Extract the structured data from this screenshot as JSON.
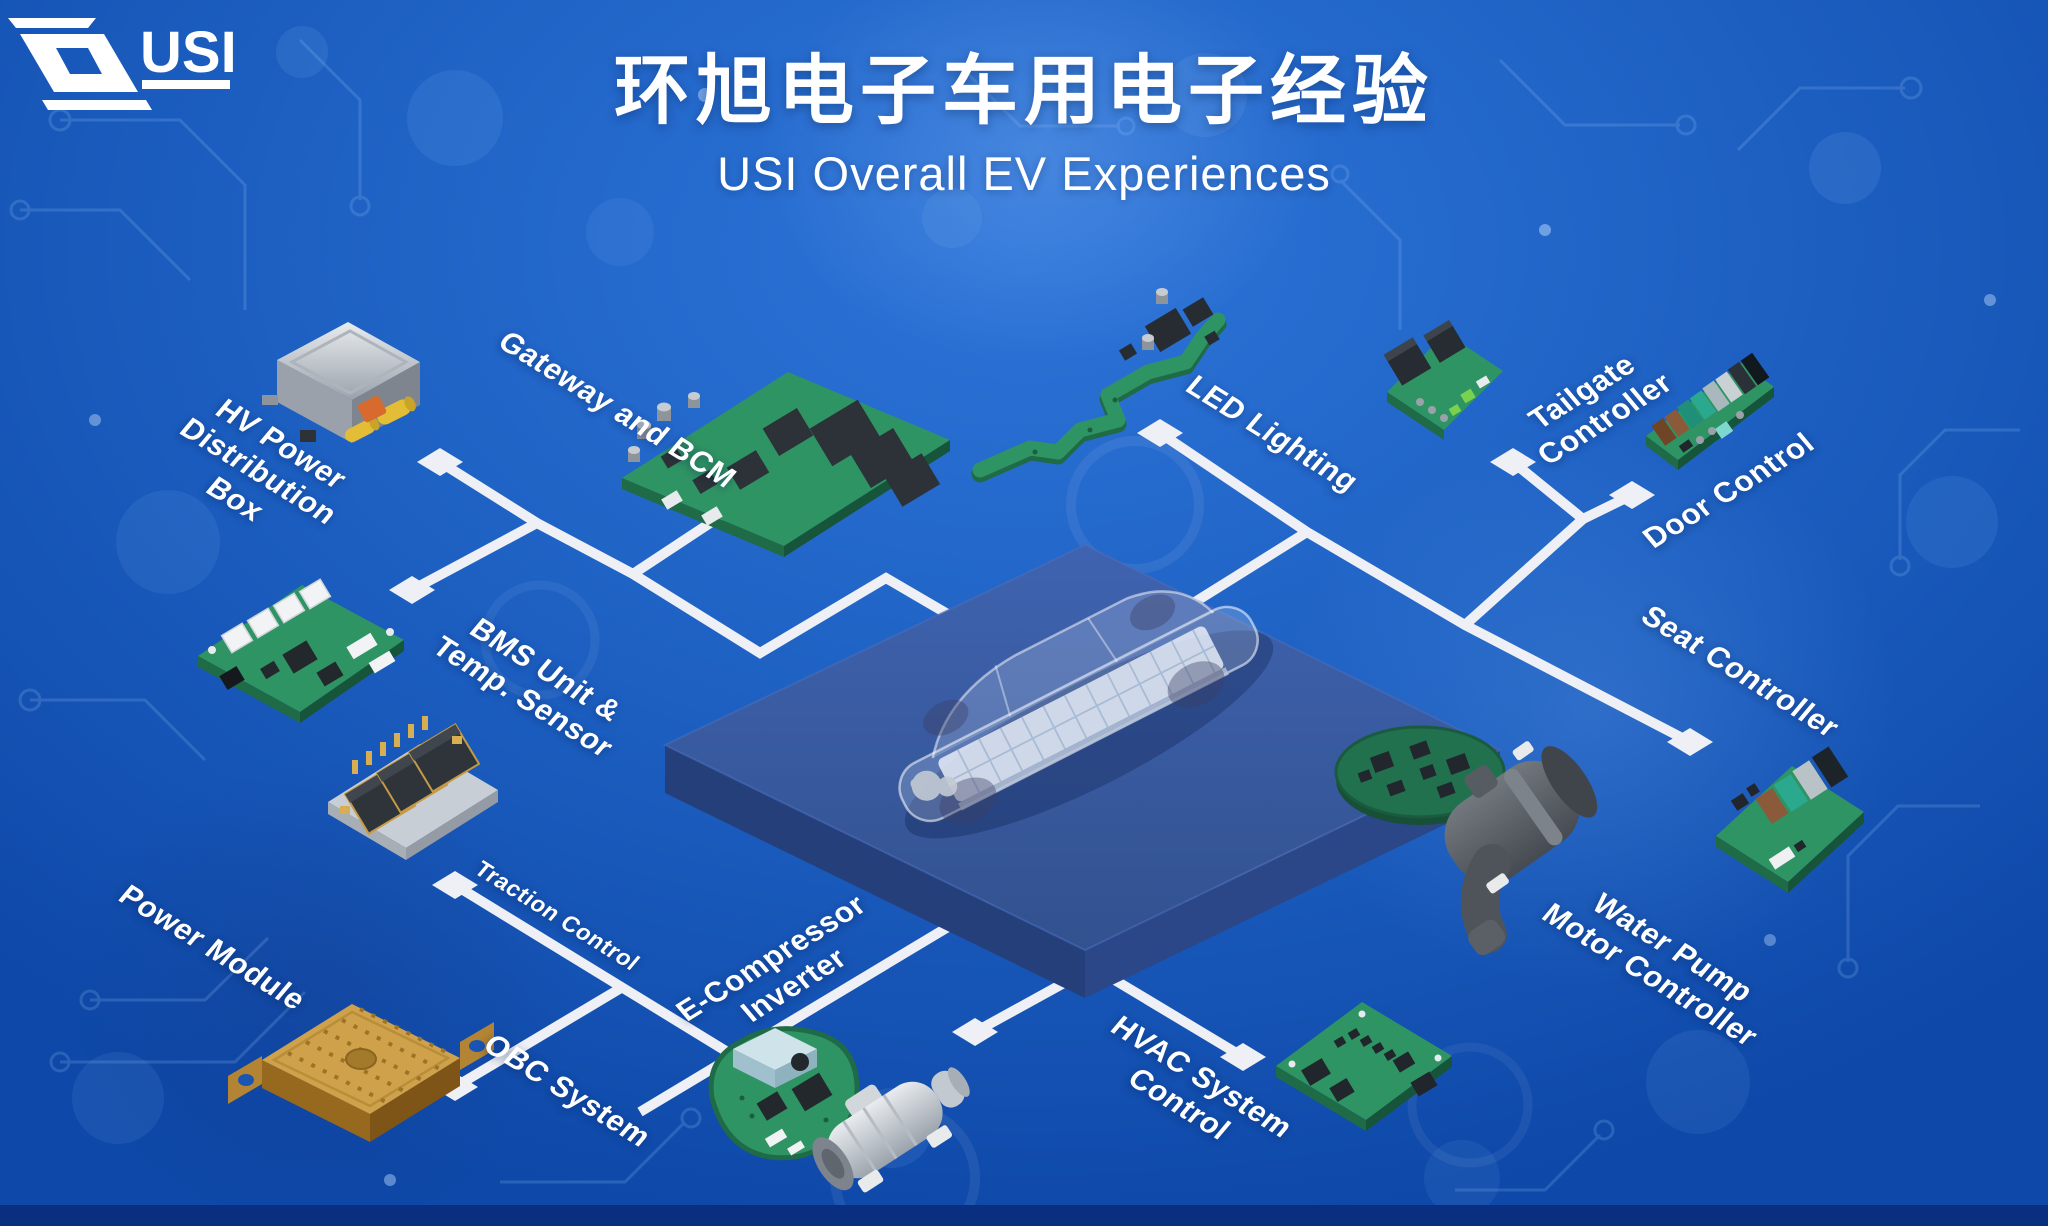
{
  "header": {
    "logo_text": "USI",
    "title_cn": "环旭电子车用电子经验",
    "title_en": "USI Overall EV Experiences"
  },
  "labels": {
    "hv_power": {
      "line1": "HV Power",
      "line2": "Distribution",
      "line3": "Box"
    },
    "gateway_bcm": {
      "line1": "Gateway and BCM"
    },
    "led_lighting": {
      "line1": "LED Lighting"
    },
    "tailgate_controller": {
      "line1": "Tailgate",
      "line2": "Controller"
    },
    "door_control": {
      "line1": "Door Control"
    },
    "seat_controller": {
      "line1": "Seat Controller"
    },
    "bms_unit": {
      "line1": "BMS Unit &",
      "line2": "Temp. Sensor"
    },
    "traction_control": {
      "line1": "Traction Control"
    },
    "power_module": {
      "line1": "Power Module"
    },
    "obc_system": {
      "line1": "OBC System"
    },
    "e_compressor": {
      "line1": "E-Compressor",
      "line2": "Inverter"
    },
    "hvac_system": {
      "line1": "HVAC System",
      "line2": "Control"
    },
    "water_pump": {
      "line1": "Water Pump",
      "line2": "Motor Controller"
    }
  },
  "components": [
    "hv-power-distribution-box",
    "gateway-bcm-pcb",
    "led-lighting-pcb",
    "tailgate-controller-pcb",
    "door-control-pcb",
    "seat-controller-pcb",
    "bms-unit-pcb",
    "traction-control-module",
    "power-module",
    "obc-system",
    "e-compressor-inverter-pcb",
    "e-compressor-motor",
    "hvac-control-pcb",
    "water-pump-motor",
    "water-pump-controller-pcb",
    "ev-car-on-platform"
  ],
  "colors": {
    "background": "#1d60c2",
    "connector_line": "#eef0f5",
    "pcb_green": "#2f9464",
    "platform_top": "#3a5ea9",
    "gold_module": "#c89a43",
    "bottom_bar": "#0a2f80",
    "text": "#ffffff"
  }
}
